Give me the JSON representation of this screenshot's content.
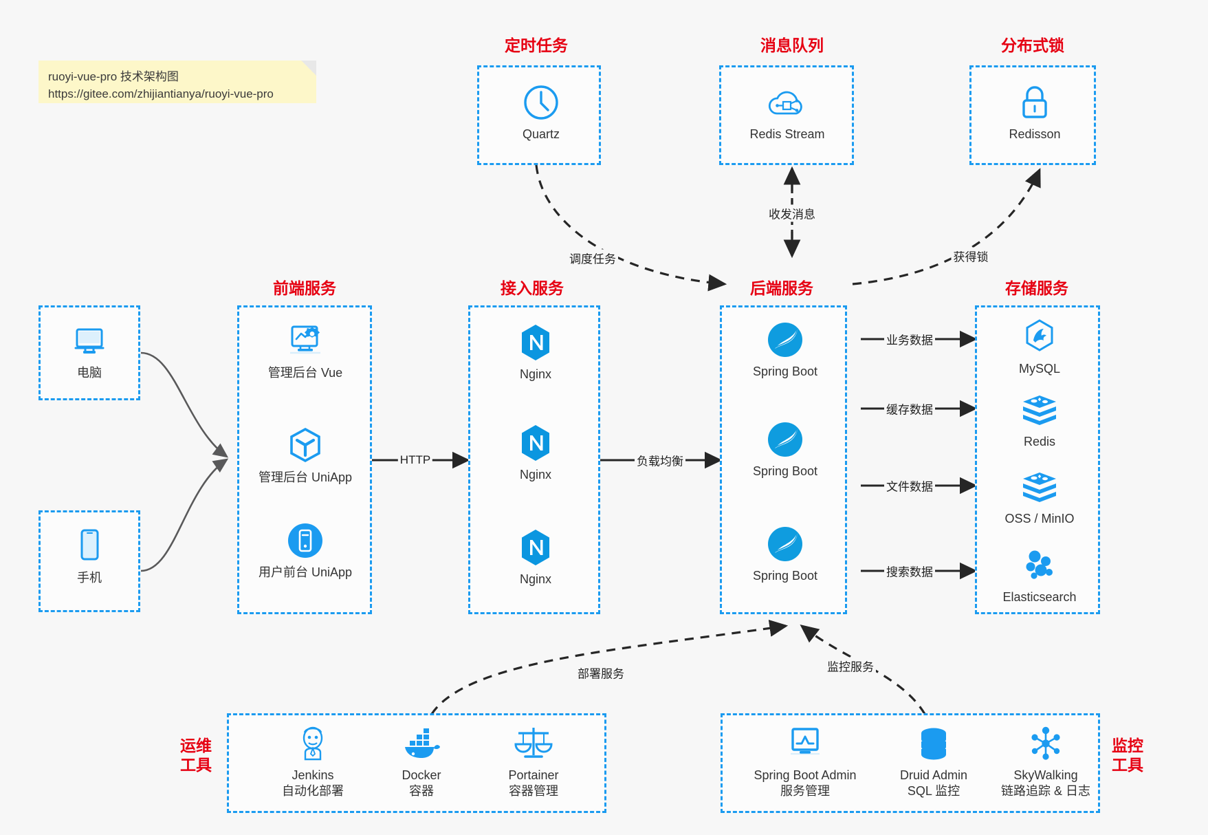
{
  "note": {
    "line1": "ruoyi-vue-pro 技术架构图",
    "line2": "https://gitee.com/zhijiantianya/ruoyi-vue-pro"
  },
  "colors": {
    "accent_blue": "#1b9bf0",
    "title_red": "#e60012",
    "background": "#f7f7f7",
    "arrow_dark": "#262626",
    "arrow_gray": "#59595a",
    "note_yellow": "#fdf7c9"
  },
  "groups": {
    "scheduler": {
      "title": "定时任务",
      "nodes": [
        {
          "label": "Quartz",
          "icon": "clock-icon"
        }
      ]
    },
    "message_queue": {
      "title": "消息队列",
      "nodes": [
        {
          "label": "Redis Stream",
          "icon": "cloud-network-icon"
        }
      ]
    },
    "distributed_lock": {
      "title": "分布式锁",
      "nodes": [
        {
          "label": "Redisson",
          "icon": "lock-icon"
        }
      ]
    },
    "clients": {
      "nodes": [
        {
          "label": "电脑",
          "icon": "desktop-icon"
        },
        {
          "label": "手机",
          "icon": "phone-icon"
        }
      ]
    },
    "frontend": {
      "title": "前端服务",
      "nodes": [
        {
          "label": "管理后台 Vue",
          "icon": "dashboard-monitor-icon"
        },
        {
          "label": "管理后台 UniApp",
          "icon": "cube-icon"
        },
        {
          "label": "用户前台 UniApp",
          "icon": "mobile-app-icon"
        }
      ]
    },
    "gateway": {
      "title": "接入服务",
      "nodes": [
        {
          "label": "Nginx",
          "icon": "nginx-icon"
        },
        {
          "label": "Nginx",
          "icon": "nginx-icon"
        },
        {
          "label": "Nginx",
          "icon": "nginx-icon"
        }
      ]
    },
    "backend": {
      "title": "后端服务",
      "nodes": [
        {
          "label": "Spring Boot",
          "icon": "spring-boot-icon"
        },
        {
          "label": "Spring Boot",
          "icon": "spring-boot-icon"
        },
        {
          "label": "Spring Boot",
          "icon": "spring-boot-icon"
        }
      ]
    },
    "storage": {
      "title": "存储服务",
      "nodes": [
        {
          "label": "MySQL",
          "icon": "mysql-icon"
        },
        {
          "label": "Redis",
          "icon": "redis-icon"
        },
        {
          "label": "OSS / MinIO",
          "icon": "redis-icon"
        },
        {
          "label": "Elasticsearch",
          "icon": "elasticsearch-icon"
        }
      ]
    },
    "devops": {
      "title_line1": "运维",
      "title_line2": "工具",
      "nodes": [
        {
          "label": "Jenkins",
          "sublabel": "自动化部署",
          "icon": "jenkins-icon"
        },
        {
          "label": "Docker",
          "sublabel": "容器",
          "icon": "docker-icon"
        },
        {
          "label": "Portainer",
          "sublabel": "容器管理",
          "icon": "scales-icon"
        }
      ]
    },
    "monitoring": {
      "title_line1": "监控",
      "title_line2": "工具",
      "nodes": [
        {
          "label": "Spring Boot Admin",
          "sublabel": "服务管理",
          "icon": "monitor-chart-icon"
        },
        {
          "label": "Druid Admin",
          "sublabel": "SQL 监控",
          "icon": "database-icon"
        },
        {
          "label": "SkyWalking",
          "sublabel": "链路追踪 & 日志",
          "icon": "skywalking-icon"
        }
      ]
    }
  },
  "edges": {
    "http": "HTTP",
    "load_balance": "负载均衡",
    "schedule_task": "调度任务",
    "send_receive_message": "收发消息",
    "acquire_lock": "获得锁",
    "business_data": "业务数据",
    "cache_data": "缓存数据",
    "file_data": "文件数据",
    "search_data": "搜索数据",
    "deploy_service": "部署服务",
    "monitor_service": "监控服务"
  }
}
